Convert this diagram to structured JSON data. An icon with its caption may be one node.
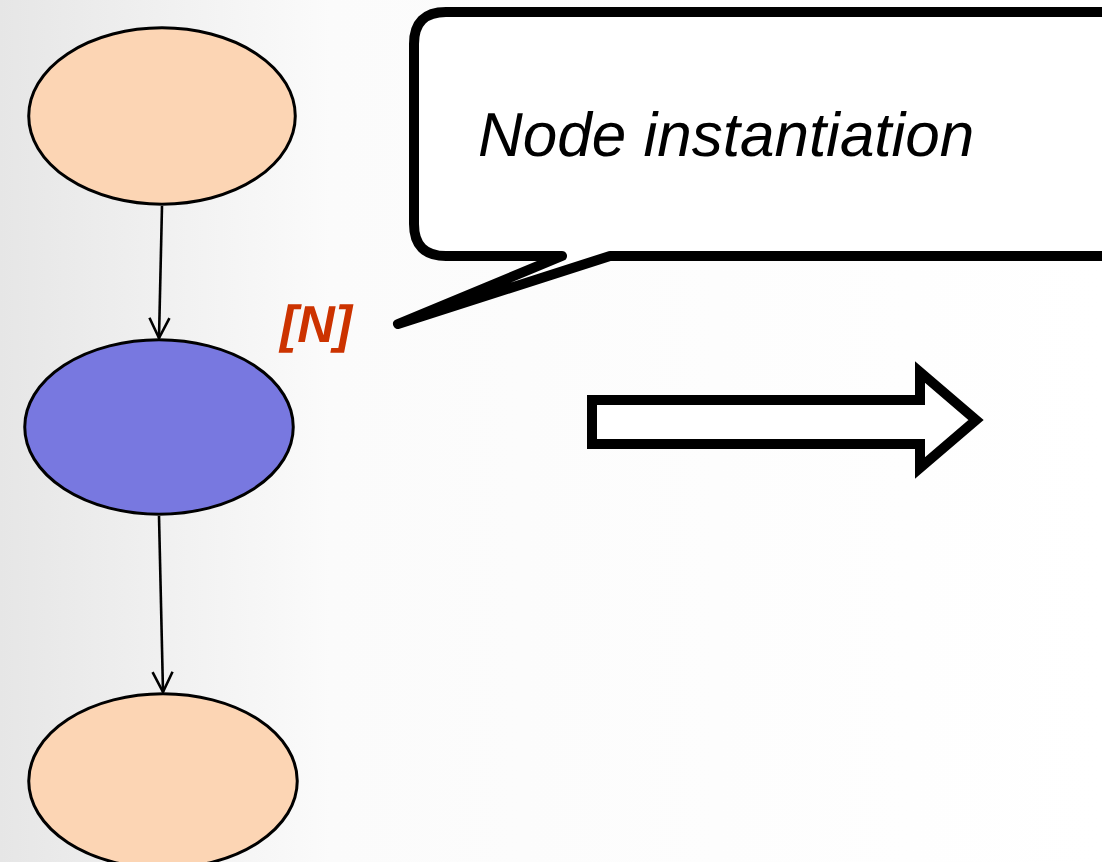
{
  "diagram": {
    "nodes": [
      {
        "text": [],
        "shape": "ellipse"
      },
      {
        "text": [],
        "shape": "ellipse",
        "beside": [
          "[N]"
        ]
      },
      {
        "text": [],
        "shape": "ellipse"
      },
      {
        "text": [
          "Node instantiation"
        ]
      }
    ],
    "edges": [
      {
        "from": 0,
        "to": 1,
        "arrow": "to"
      },
      {
        "from": 1,
        "to": 2,
        "arrow": "to"
      }
    ]
  }
}
